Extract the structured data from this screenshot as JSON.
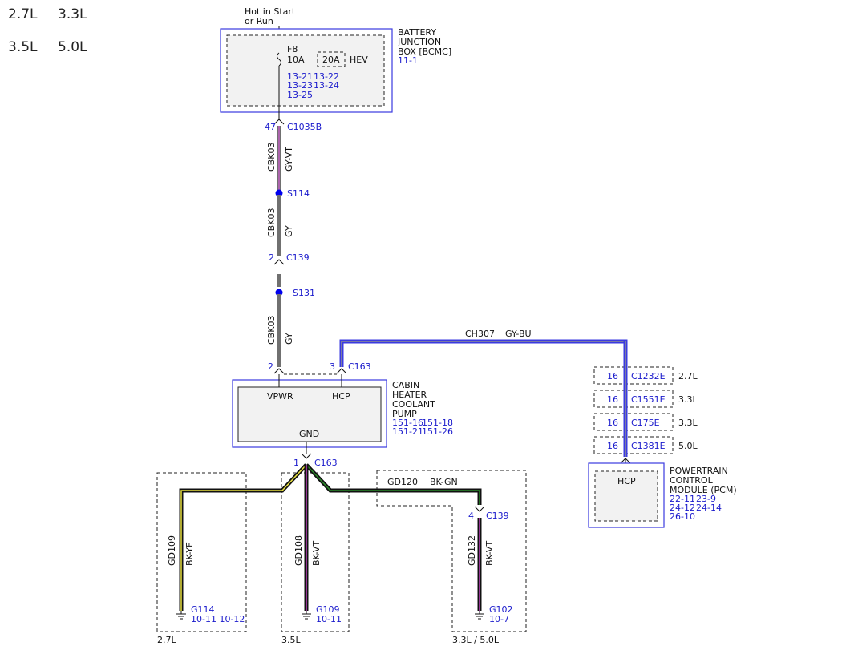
{
  "engine_options": [
    "2.7L",
    "3.3L",
    "3.5L",
    "5.0L"
  ],
  "power_source": {
    "line1": "Hot in Start",
    "line2": "or Run"
  },
  "bjb": {
    "name_lines": [
      "BATTERY",
      "JUNCTION",
      "BOX [BCMC]"
    ],
    "ref": "11-1",
    "fuse_id": "F8",
    "fuse_rating": "10A",
    "alt_fuse": "20A",
    "alt_fuse_note": "HEV",
    "page_refs": [
      "13-21",
      "13-22",
      "13-23",
      "13-24",
      "13-25"
    ]
  },
  "c1035b": {
    "pin": "47",
    "name": "C1035B"
  },
  "wire1": {
    "circuit": "CBK03",
    "color": "GY-VT"
  },
  "s114": "S114",
  "wire2": {
    "circuit": "CBK03",
    "color": "GY"
  },
  "c139_top": {
    "pin": "2",
    "name": "C139"
  },
  "s131": "S131",
  "wire3": {
    "circuit": "CBK03",
    "color": "GY"
  },
  "c163_top": {
    "pin_vpwr": "2",
    "pin_hcp": "3",
    "name": "C163"
  },
  "ch307": {
    "circuit": "CH307",
    "color": "GY-BU"
  },
  "pump": {
    "name_lines": [
      "CABIN",
      "HEATER",
      "COOLANT",
      "PUMP"
    ],
    "refs": [
      "151-16",
      "151-18",
      "151-21",
      "151-26"
    ],
    "pin_vpwr": "VPWR",
    "pin_hcp": "HCP",
    "pin_gnd": "GND"
  },
  "c163_bottom": {
    "pin": "1",
    "name": "C163"
  },
  "pcm_connectors": [
    {
      "pin": "16",
      "name": "C1232E",
      "engine": "2.7L"
    },
    {
      "pin": "16",
      "name": "C1551E",
      "engine": "3.3L"
    },
    {
      "pin": "16",
      "name": "C175E",
      "engine": "3.3L"
    },
    {
      "pin": "16",
      "name": "C1381E",
      "engine": "5.0L"
    }
  ],
  "pcm": {
    "name_lines": [
      "POWERTRAIN",
      "CONTROL",
      "MODULE (PCM)"
    ],
    "refs": [
      "22-11",
      "23-9",
      "24-12",
      "24-14",
      "26-10"
    ],
    "pin": "HCP"
  },
  "gd109": {
    "circuit": "GD109",
    "color": "BK-YE",
    "ground": "G114",
    "refs": "10-11 10-12",
    "engine": "2.7L"
  },
  "gd108": {
    "circuit": "GD108",
    "color": "BK-VT",
    "ground": "G109",
    "refs": "10-11",
    "engine": "3.5L"
  },
  "gd120": {
    "circuit": "GD120",
    "color": "BK-GN"
  },
  "c139_bottom": {
    "pin": "4",
    "name": "C139"
  },
  "gd132": {
    "circuit": "GD132",
    "color": "BK-VT",
    "ground": "G102",
    "refs": "10-7",
    "engine": "3.3L / 5.0L"
  },
  "colors": {
    "connector_blue": "#1a1acc",
    "splice": "#0000ee",
    "module_border": "#3a3ae0"
  }
}
